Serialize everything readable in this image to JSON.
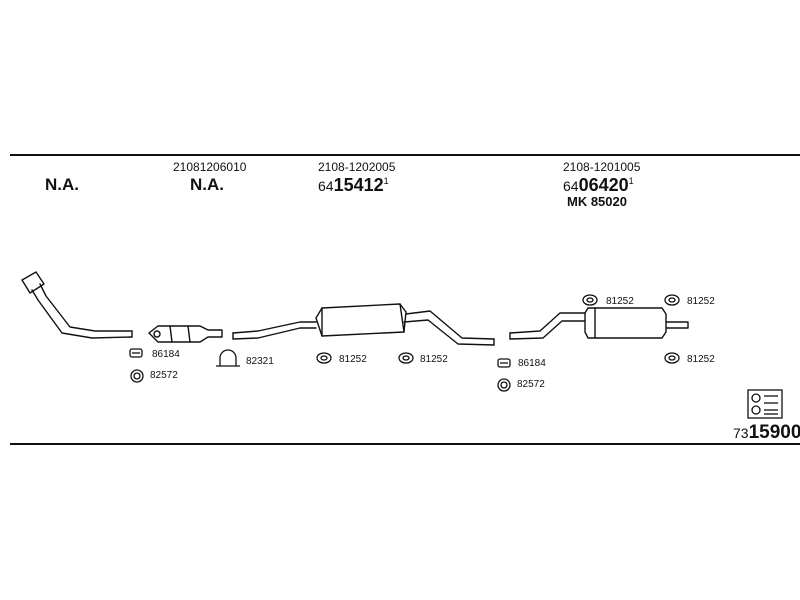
{
  "header": {
    "col1": {
      "na": "N.A."
    },
    "col2": {
      "oem": "21081206010",
      "na": "N.A."
    },
    "col3": {
      "oem": "2108-1202005",
      "prefix": "64",
      "num": "15412",
      "sup": "1"
    },
    "col4": {
      "oem": "2108-1201005",
      "prefix": "64",
      "num": "06420",
      "sup": "1",
      "mk": "MK  85020"
    }
  },
  "labels": {
    "l1": "86184",
    "l2": "82572",
    "l3": "82321",
    "l4": "81252",
    "l5": "81252",
    "l6": "86184",
    "l7": "82572",
    "l8": "81252",
    "l9": "81252",
    "l10": "81252"
  },
  "catalog": {
    "prefix": "73",
    "num": "15900"
  }
}
